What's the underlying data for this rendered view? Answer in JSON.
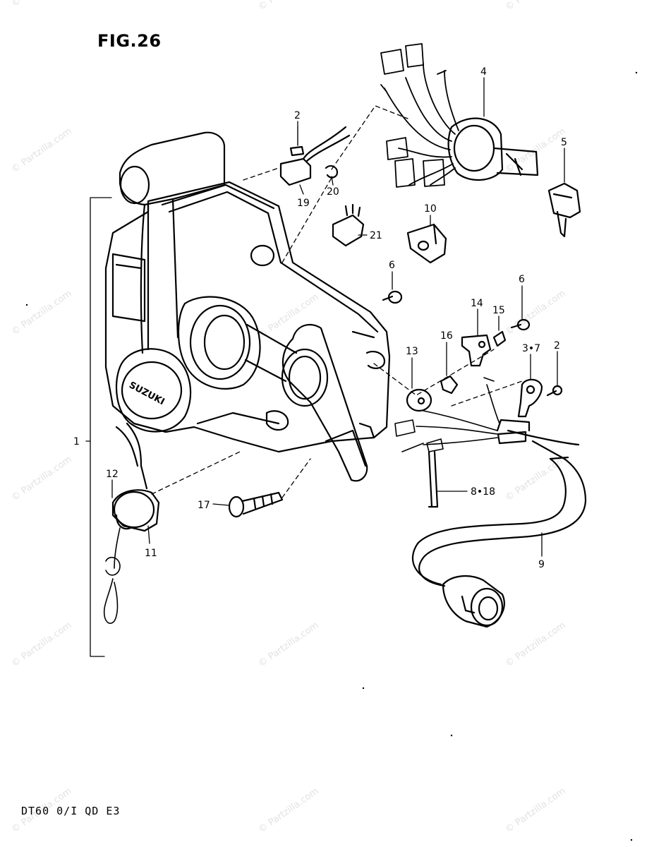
{
  "figure": {
    "title": "FIG.26",
    "model_code": "DT60 0/I QD E3",
    "watermark": "© Partzilla.com",
    "logo_text": "SUZUKI"
  },
  "callouts": [
    {
      "id": "c1",
      "label": "1"
    },
    {
      "id": "c2a",
      "label": "2"
    },
    {
      "id": "c2b",
      "label": "2"
    },
    {
      "id": "c37",
      "label": "3•7"
    },
    {
      "id": "c4",
      "label": "4"
    },
    {
      "id": "c5",
      "label": "5"
    },
    {
      "id": "c6a",
      "label": "6"
    },
    {
      "id": "c6b",
      "label": "6"
    },
    {
      "id": "c818",
      "label": "8•18"
    },
    {
      "id": "c9",
      "label": "9"
    },
    {
      "id": "c10",
      "label": "10"
    },
    {
      "id": "c11",
      "label": "11"
    },
    {
      "id": "c12",
      "label": "12"
    },
    {
      "id": "c13",
      "label": "13"
    },
    {
      "id": "c14",
      "label": "14"
    },
    {
      "id": "c15",
      "label": "15"
    },
    {
      "id": "c16",
      "label": "16"
    },
    {
      "id": "c17",
      "label": "17"
    },
    {
      "id": "c19",
      "label": "19"
    },
    {
      "id": "c20",
      "label": "20"
    },
    {
      "id": "c21",
      "label": "21"
    }
  ]
}
